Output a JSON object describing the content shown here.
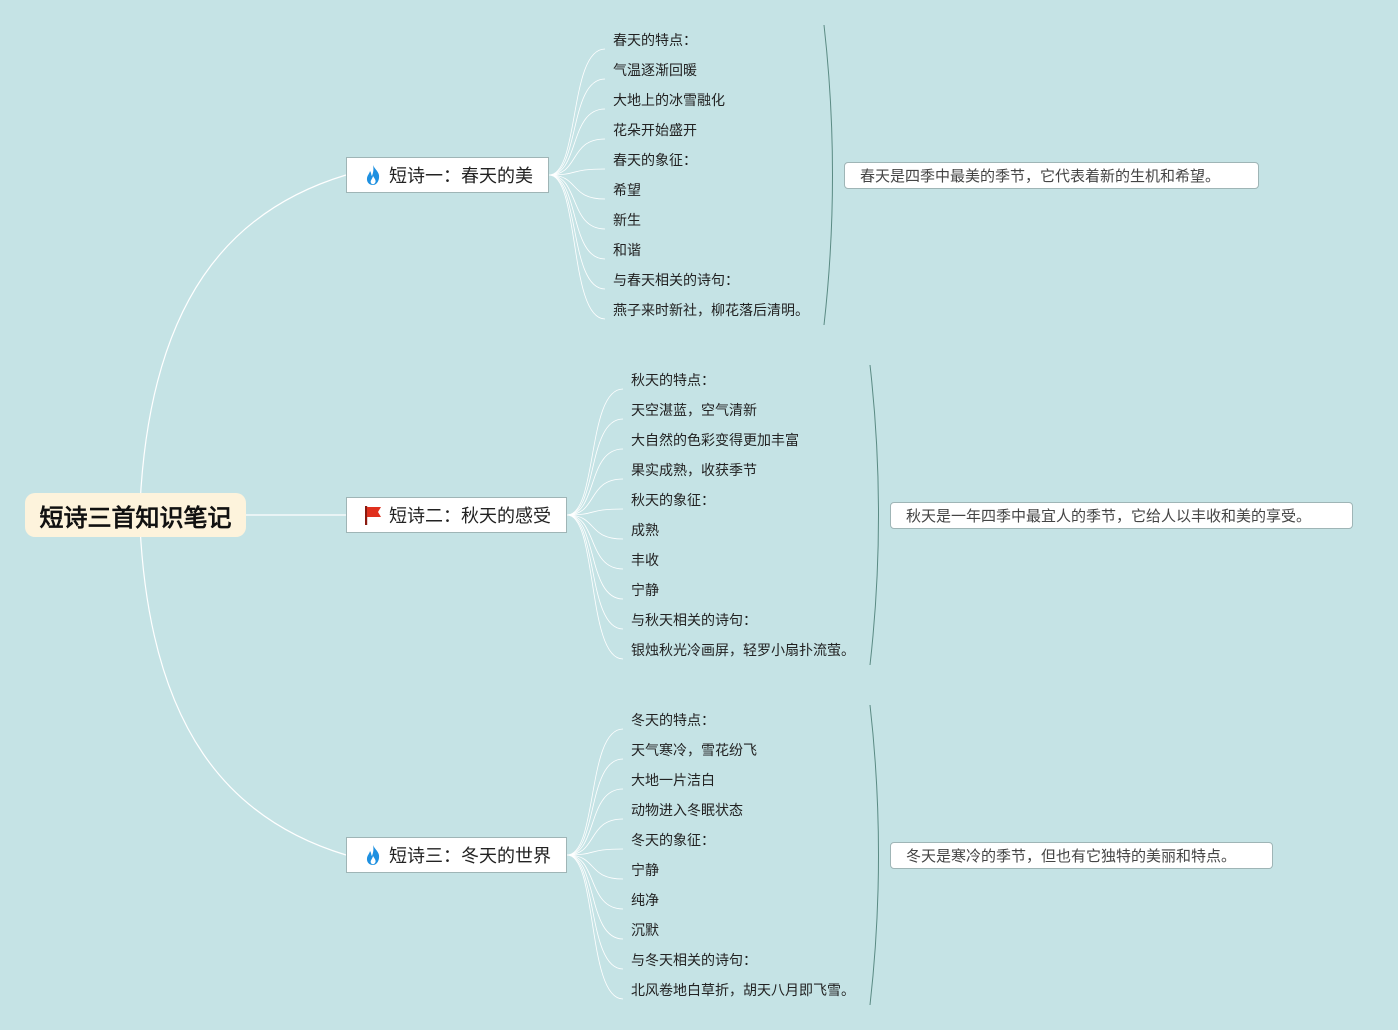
{
  "colors": {
    "background": "#c5e3e5",
    "root_fill": "#fdf3dc",
    "connector": "#ffffff",
    "bracket": "#5a8a83",
    "fire_icon": "#1e90e0",
    "flag_icon": "#e0301e"
  },
  "root": {
    "label": "短诗三首知识笔记"
  },
  "branches": [
    {
      "label": "短诗一：春天的美",
      "icon": "fire-icon",
      "items": [
        "春天的特点：",
        "气温逐渐回暖",
        "大地上的冰雪融化",
        "花朵开始盛开",
        "春天的象征：",
        "希望",
        "新生",
        "和谐",
        "与春天相关的诗句：",
        "燕子来时新社，柳花落后清明。"
      ],
      "summary": "春天是四季中最美的季节，它代表着新的生机和希望。"
    },
    {
      "label": "短诗二：秋天的感受",
      "icon": "flag-icon",
      "items": [
        "秋天的特点：",
        "天空湛蓝，空气清新",
        "大自然的色彩变得更加丰富",
        "果实成熟，收获季节",
        "秋天的象征：",
        "成熟",
        "丰收",
        "宁静",
        "与秋天相关的诗句：",
        "银烛秋光冷画屏，轻罗小扇扑流萤。"
      ],
      "summary": "秋天是一年四季中最宜人的季节，它给人以丰收和美的享受。"
    },
    {
      "label": "短诗三：冬天的世界",
      "icon": "fire-icon",
      "items": [
        "冬天的特点：",
        "天气寒冷，雪花纷飞",
        "大地一片洁白",
        "动物进入冬眠状态",
        "冬天的象征：",
        "宁静",
        "纯净",
        "沉默",
        "与冬天相关的诗句：",
        "北风卷地白草折，胡天八月即飞雪。"
      ],
      "summary": "冬天是寒冷的季节，但也有它独特的美丽和特点。"
    }
  ]
}
